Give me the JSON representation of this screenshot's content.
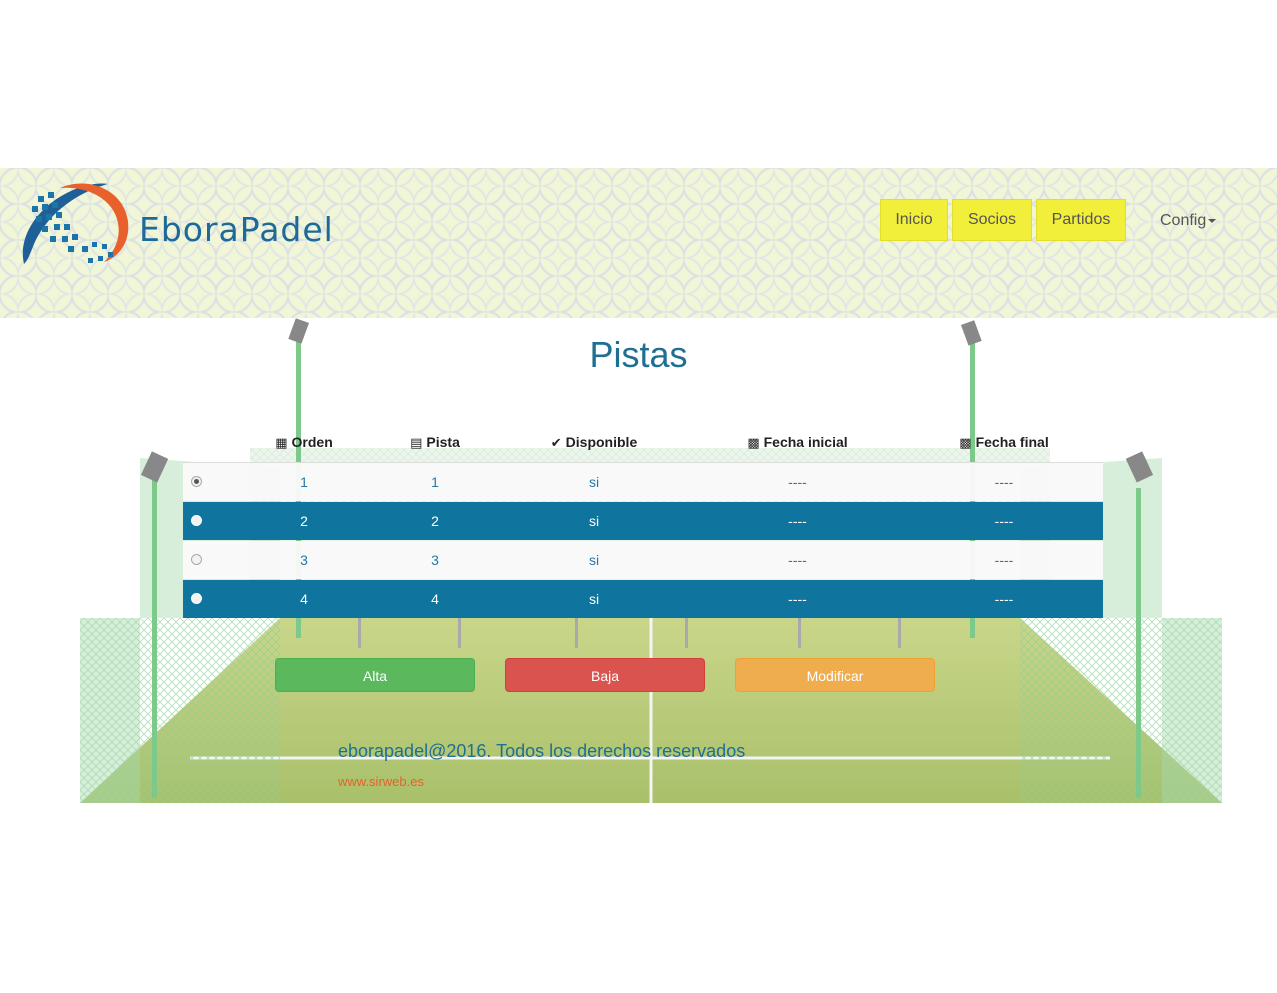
{
  "brand": {
    "name": "EboraPadel"
  },
  "nav": {
    "items": [
      "Inicio",
      "Socios",
      "Partidos"
    ],
    "config_label": "Config"
  },
  "page": {
    "title": "Pistas"
  },
  "table": {
    "headers": [
      {
        "icon": "list-icon",
        "label": "Orden"
      },
      {
        "icon": "document-icon",
        "label": "Pista"
      },
      {
        "icon": "check-icon",
        "label": "Disponible"
      },
      {
        "icon": "calendar-icon",
        "label": "Fecha inicial"
      },
      {
        "icon": "calendar-icon",
        "label": "Fecha final"
      }
    ],
    "rows": [
      {
        "selected": true,
        "orden": "1",
        "pista": "1",
        "disponible": "si",
        "fecha_inicial": "----",
        "fecha_final": "----"
      },
      {
        "selected": false,
        "orden": "2",
        "pista": "2",
        "disponible": "si",
        "fecha_inicial": "----",
        "fecha_final": "----"
      },
      {
        "selected": false,
        "orden": "3",
        "pista": "3",
        "disponible": "si",
        "fecha_inicial": "----",
        "fecha_final": "----"
      },
      {
        "selected": false,
        "orden": "4",
        "pista": "4",
        "disponible": "si",
        "fecha_inicial": "----",
        "fecha_final": "----"
      }
    ]
  },
  "actions": {
    "alta": "Alta",
    "baja": "Baja",
    "modificar": "Modificar"
  },
  "footer": {
    "copyright": "eborapadel@2016. Todos los derechos reservados",
    "link": "www.sirweb.es"
  },
  "colors": {
    "accent": "#0f759e",
    "title": "#1f6f93",
    "nav": "#f2ef3a",
    "link": "#e8612c"
  }
}
